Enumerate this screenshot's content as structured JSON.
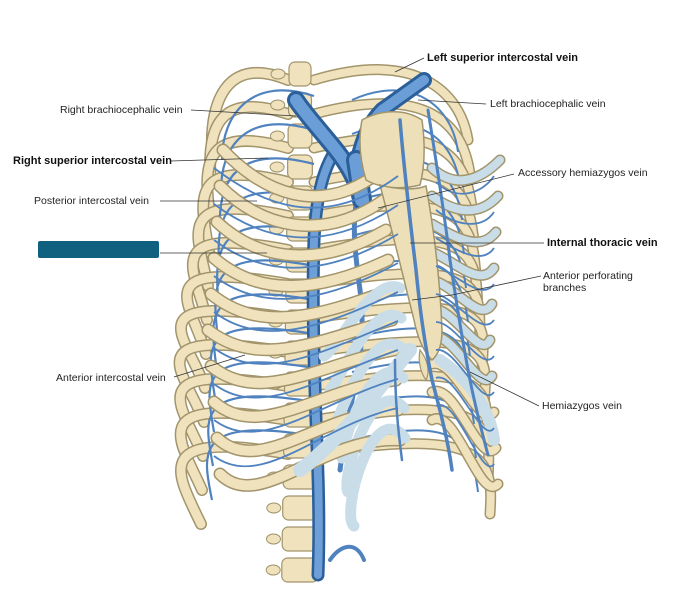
{
  "labels": {
    "left_superior_intercostal_vein": "Left superior intercostal vein",
    "left_brachiocephalic_vein": "Left brachiocephalic vein",
    "right_brachiocephalic_vein": "Right brachiocephalic vein",
    "right_superior_intercostal_vein": "Right superior intercostal vein",
    "accessory_hemiazygos_vein": "Accessory hemiazygos vein",
    "posterior_intercostal_vein": "Posterior intercostal vein",
    "internal_thoracic_vein": "Internal thoracic vein",
    "anterior_perforating_branches_1": "Anterior perforating",
    "anterior_perforating_branches_2": "branches",
    "anterior_intercostal_vein": "Anterior intercostal vein",
    "hemiazygos_vein": "Hemiazygos vein"
  },
  "colors": {
    "bone": "#efe2bd",
    "bone_edge": "#a2956c",
    "cartilage": "#c9dde8",
    "vein": "#4f82bf",
    "vein_dark": "#2b5f9a",
    "leader": "#333333",
    "redaction_mask": "#10607f"
  }
}
